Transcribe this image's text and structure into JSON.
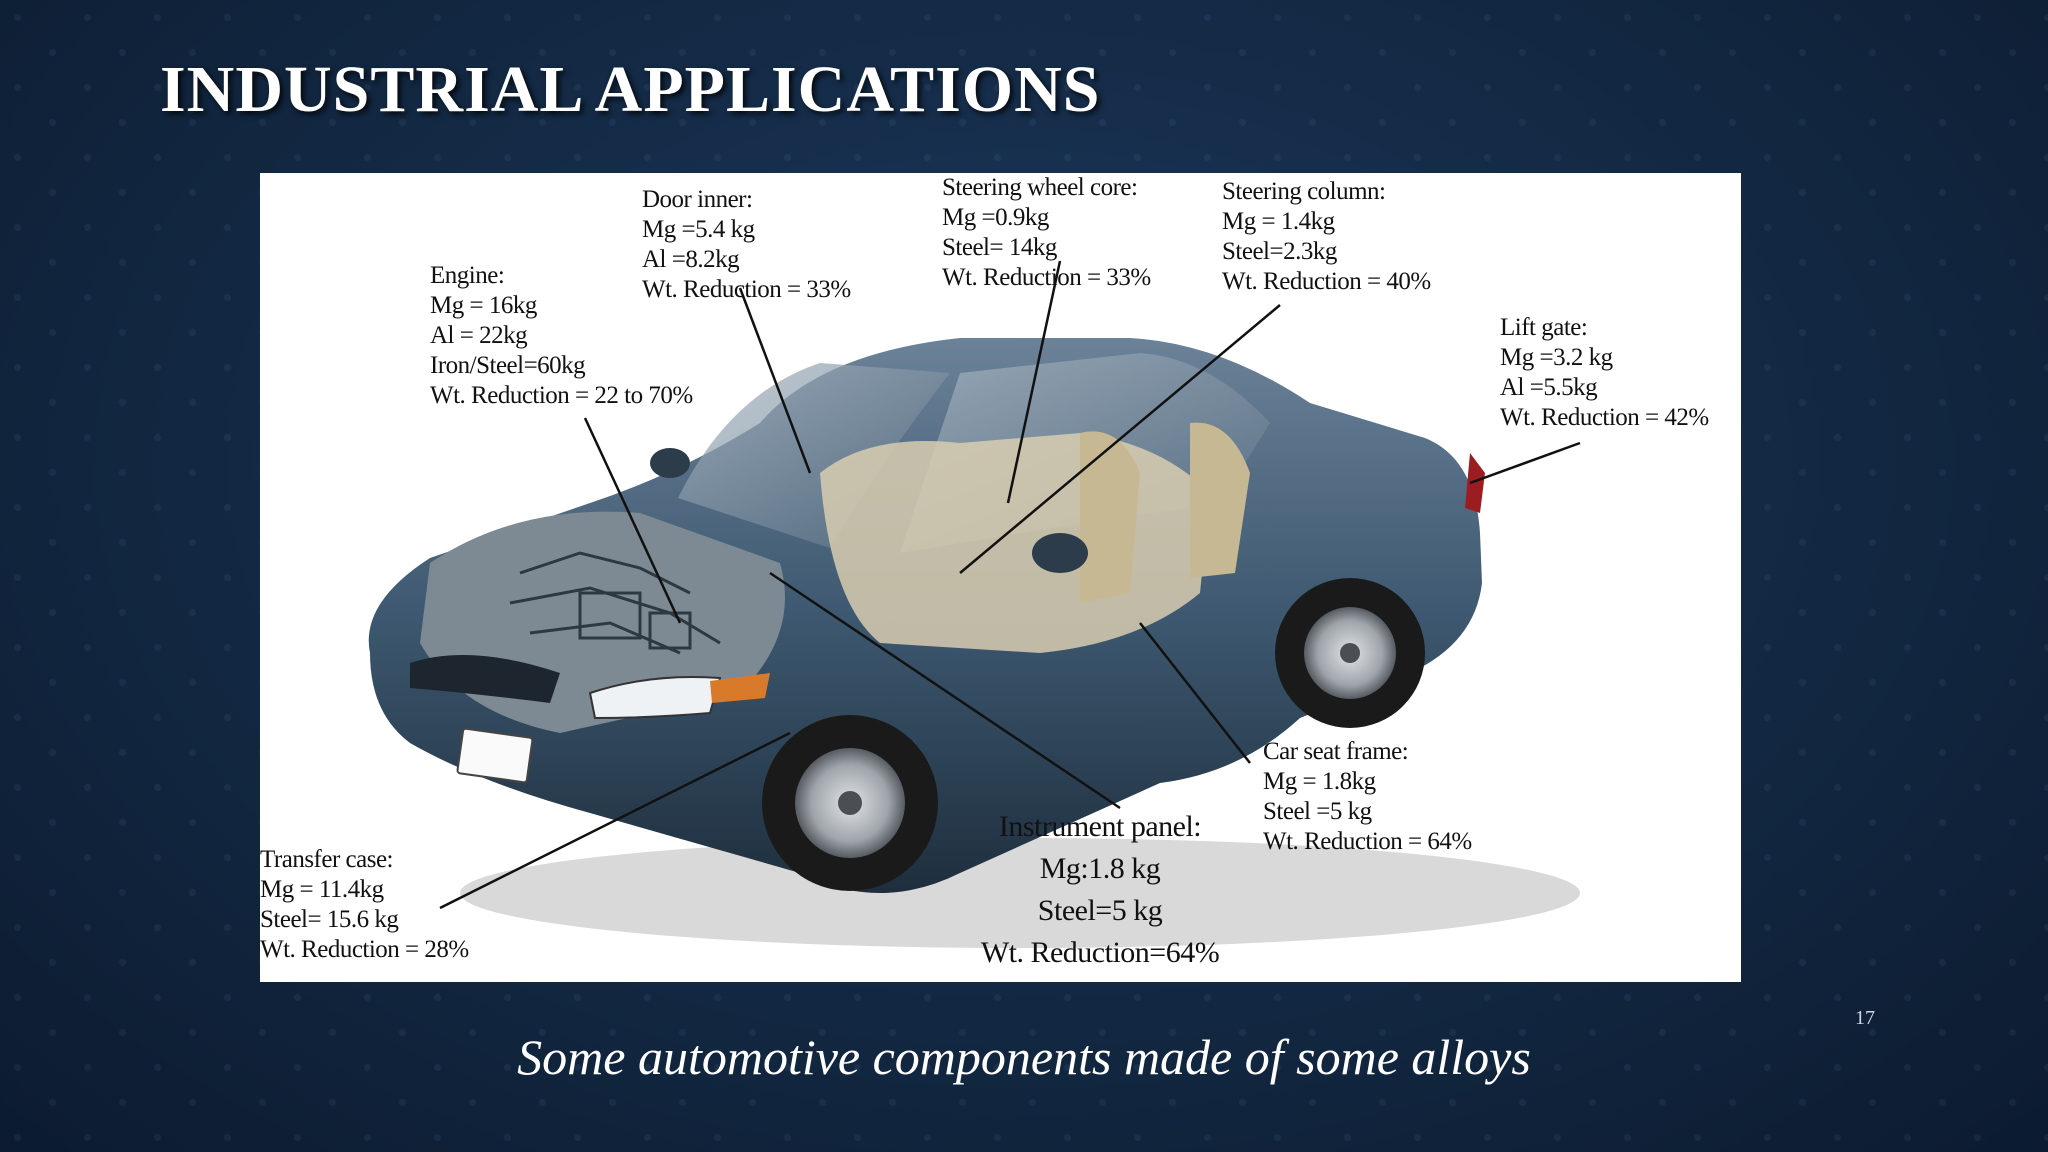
{
  "slide": {
    "title": "INDUSTRIAL APPLICATIONS",
    "page_number": "17",
    "caption": "Some automotive components made of some alloys"
  },
  "figure": {
    "callouts": {
      "door_inner": [
        "Door inner:",
        "Mg =5.4 kg",
        "Al =8.2kg",
        "Wt. Reduction = 33%"
      ],
      "steering_wheel_core": [
        "Steering wheel core:",
        "Mg =0.9kg",
        "Steel= 14kg",
        "Wt. Reduction = 33%"
      ],
      "steering_column": [
        "Steering column:",
        "Mg = 1.4kg",
        "Steel=2.3kg",
        "Wt. Reduction = 40%"
      ],
      "engine": [
        "Engine:",
        "Mg = 16kg",
        "Al = 22kg",
        "Iron/Steel=60kg",
        "Wt. Reduction = 22 to 70%"
      ],
      "lift_gate": [
        "Lift gate:",
        "Mg =3.2 kg",
        "Al =5.5kg",
        "Wt. Reduction = 42%"
      ],
      "car_seat_frame": [
        "Car seat frame:",
        "Mg = 1.8kg",
        "Steel =5 kg",
        "Wt. Reduction = 64%"
      ],
      "instrument_panel": [
        "Instrument panel:",
        "Mg:1.8 kg",
        "Steel=5 kg",
        "Wt. Reduction=64%"
      ],
      "transfer_case": [
        "Transfer case:",
        "Mg = 11.4kg",
        "Steel= 15.6 kg",
        "Wt. Reduction = 28%"
      ]
    },
    "colors": {
      "car_body": "#3d5870",
      "interior": "#d8ccb0",
      "tire": "#1a1a1a",
      "rim": "#b9bec4"
    }
  }
}
